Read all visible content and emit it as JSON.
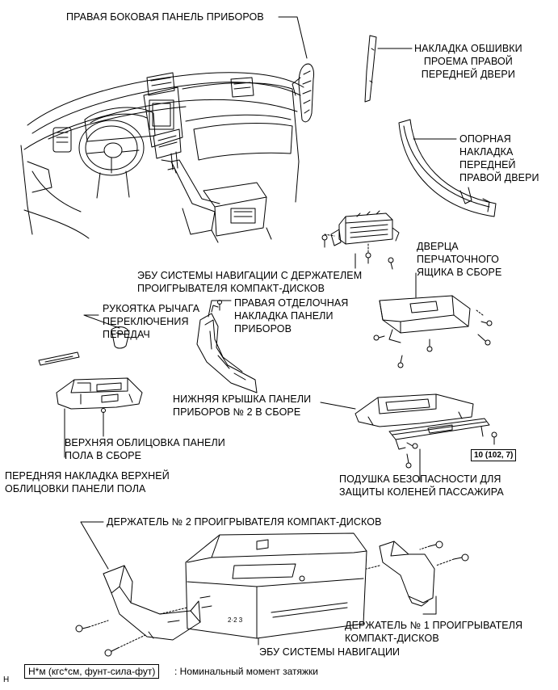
{
  "labels": {
    "instrument_side_panel_rh": "ПРАВАЯ БОКОВАЯ ПАНЕЛЬ ПРИБОРОВ",
    "front_door_opening_trim_rh": "НАКЛАДКА ОБШИВКИ\nПРОЕМА ПРАВОЙ\nПЕРЕДНЕЙ ДВЕРИ",
    "front_door_scuff_plate_rh": "ОПОРНАЯ\nНАКЛАДКА\nПЕРЕДНЕЙ\nПРАВОЙ ДВЕРИ",
    "nav_ecu_with_bracket": "ЭБУ СИСТЕМЫ НАВИГАЦИИ С ДЕРЖАТЕЛЕМ\nПРОИГРЫВАТЕЛЯ КОМПАКТ-ДИСКОВ",
    "glove_compartment_door": "ДВЕРЦА\nПЕРЧАТОЧНОГО\nЯЩИКА В СБОРЕ",
    "shift_lever_knob": "РУКОЯТКА РЫЧАГА\nПЕРЕКЛЮЧЕНИЯ\nПЕРЕДАЧ",
    "instrument_finish_panel_rh": "ПРАВАЯ ОТДЕЛОЧНАЯ\nНАКЛАДКА ПАНЕЛИ\nПРИБОРОВ",
    "lower_instrument_cover_no2": "НИЖНЯЯ КРЫШКА ПАНЕЛИ\nПРИБОРОВ № 2 В СБОРЕ",
    "upper_console_panel": "ВЕРХНЯЯ ОБЛИЦОВКА ПАНЕЛИ\nПОЛА В СБОРЕ",
    "front_upper_console_trim": "ПЕРЕДНЯЯ НАКЛАДКА ВЕРХНЕЙ\nОБЛИЦОВКИ ПАНЕЛИ ПОЛА",
    "knee_airbag_passenger": "ПОДУШКА БЕЗОПАСНОСТИ ДЛЯ\nЗАЩИТЫ КОЛЕНЕЙ ПАССАЖИРА",
    "cd_bracket_no2": "ДЕРЖАТЕЛЬ № 2 ПРОИГРЫВАТЕЛЯ КОМПАКТ-ДИСКОВ",
    "cd_bracket_no1": "ДЕРЖАТЕЛЬ № 1 ПРОИГРЫВАТЕЛЯ\nКОМПАКТ-ДИСКОВ",
    "nav_ecu": "ЭБУ СИСТЕМЫ НАВИГАЦИИ"
  },
  "torque_value": "10 (102, 7)",
  "legend": {
    "unit": "Н*м (кгс*см, фунт-сила-фут)",
    "description": ": Номинальный момент затяжки"
  },
  "corner_mark": "H"
}
